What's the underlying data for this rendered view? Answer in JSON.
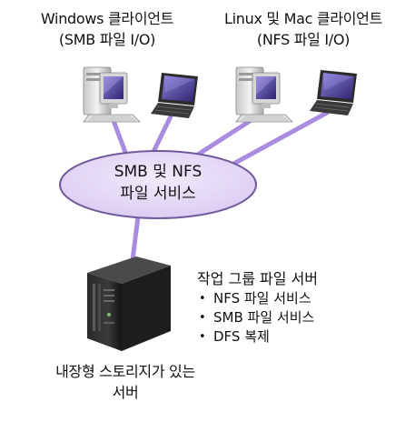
{
  "clients": {
    "windows": {
      "line1": "Windows 클라이언트",
      "line2": "(SMB 파일 I/O)"
    },
    "unix": {
      "line1": "Linux 및 Mac 클라이언트",
      "line2": "(NFS 파일 I/O)"
    }
  },
  "service": {
    "line1": "SMB 및 NFS",
    "line2": "파일 서비스"
  },
  "server": {
    "title": "작업 그룹 파일 서버",
    "features": [
      "NFS 파일 서비스",
      "SMB 파일 서비스",
      "DFS 복제"
    ],
    "caption_line1": "내장형 스토리지가 있는",
    "caption_line2": "서버"
  },
  "colors": {
    "connector": "#a98be0",
    "ellipse_fill": "#e6dcf5",
    "ellipse_stroke": "#6f5a9c",
    "screen": "#5b4aa8"
  },
  "icons": [
    "desktop-computer-icon",
    "laptop-icon",
    "desktop-computer-icon",
    "laptop-icon",
    "tower-server-icon"
  ]
}
